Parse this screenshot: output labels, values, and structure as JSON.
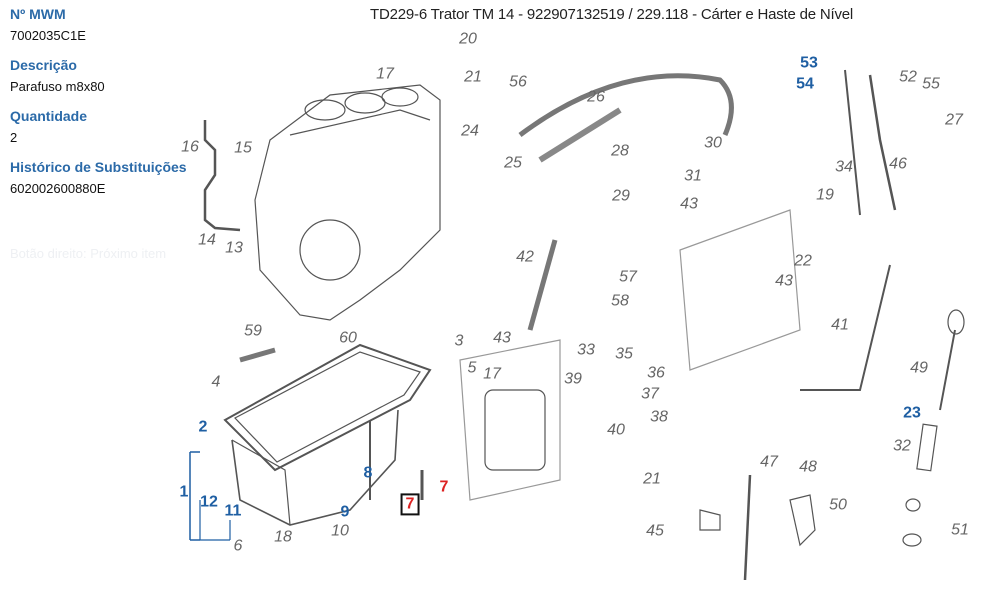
{
  "part_info": {
    "mwm_label": "Nº MWM",
    "mwm_value": "7002035C1E",
    "description_label": "Descrição",
    "description_value": "Parafuso m8x80",
    "quantity_label": "Quantidade",
    "quantity_value": "2",
    "history_label": "Histórico de Substituições",
    "history_value": "602002600880E"
  },
  "hint": "Botão direito: Próximo item",
  "title": "TD229-6 Trator TM 14 - 922907132519  /  229.118 - Cárter e Haste de Nível",
  "colors": {
    "label_blue": "#1f5fa3",
    "selected_red": "#d22222",
    "callout_gray": "#666666"
  },
  "callouts": [
    {
      "n": "20",
      "s": "normal"
    },
    {
      "n": "17",
      "s": "normal"
    },
    {
      "n": "21",
      "s": "normal"
    },
    {
      "n": "56",
      "s": "normal"
    },
    {
      "n": "26",
      "s": "normal"
    },
    {
      "n": "53",
      "s": "blue"
    },
    {
      "n": "52",
      "s": "normal"
    },
    {
      "n": "54",
      "s": "blue"
    },
    {
      "n": "55",
      "s": "normal"
    },
    {
      "n": "16",
      "s": "normal"
    },
    {
      "n": "15",
      "s": "normal"
    },
    {
      "n": "24",
      "s": "normal"
    },
    {
      "n": "30",
      "s": "normal"
    },
    {
      "n": "27",
      "s": "normal"
    },
    {
      "n": "25",
      "s": "normal"
    },
    {
      "n": "28",
      "s": "normal"
    },
    {
      "n": "34",
      "s": "normal"
    },
    {
      "n": "46",
      "s": "normal"
    },
    {
      "n": "31",
      "s": "normal"
    },
    {
      "n": "29",
      "s": "normal"
    },
    {
      "n": "43",
      "s": "normal"
    },
    {
      "n": "19",
      "s": "normal"
    },
    {
      "n": "14",
      "s": "normal"
    },
    {
      "n": "13",
      "s": "normal"
    },
    {
      "n": "22",
      "s": "normal"
    },
    {
      "n": "42",
      "s": "normal"
    },
    {
      "n": "57",
      "s": "normal"
    },
    {
      "n": "43",
      "s": "normal"
    },
    {
      "n": "58",
      "s": "normal"
    },
    {
      "n": "41",
      "s": "normal"
    },
    {
      "n": "59",
      "s": "normal"
    },
    {
      "n": "60",
      "s": "normal"
    },
    {
      "n": "3",
      "s": "normal"
    },
    {
      "n": "43",
      "s": "normal"
    },
    {
      "n": "33",
      "s": "normal"
    },
    {
      "n": "35",
      "s": "normal"
    },
    {
      "n": "5",
      "s": "normal"
    },
    {
      "n": "17",
      "s": "normal"
    },
    {
      "n": "39",
      "s": "normal"
    },
    {
      "n": "36",
      "s": "normal"
    },
    {
      "n": "49",
      "s": "normal"
    },
    {
      "n": "4",
      "s": "normal"
    },
    {
      "n": "37",
      "s": "normal"
    },
    {
      "n": "38",
      "s": "normal"
    },
    {
      "n": "23",
      "s": "blue"
    },
    {
      "n": "40",
      "s": "normal"
    },
    {
      "n": "2",
      "s": "blue"
    },
    {
      "n": "32",
      "s": "normal"
    },
    {
      "n": "47",
      "s": "normal"
    },
    {
      "n": "48",
      "s": "normal"
    },
    {
      "n": "21",
      "s": "normal"
    },
    {
      "n": "8",
      "s": "blue"
    },
    {
      "n": "7",
      "s": "red"
    },
    {
      "n": "1",
      "s": "blue"
    },
    {
      "n": "12",
      "s": "blue"
    },
    {
      "n": "9",
      "s": "blue"
    },
    {
      "n": "7",
      "s": "red-boxed"
    },
    {
      "n": "50",
      "s": "normal"
    },
    {
      "n": "11",
      "s": "blue"
    },
    {
      "n": "10",
      "s": "normal"
    },
    {
      "n": "18",
      "s": "normal"
    },
    {
      "n": "45",
      "s": "normal"
    },
    {
      "n": "6",
      "s": "normal"
    },
    {
      "n": "51",
      "s": "normal"
    }
  ]
}
